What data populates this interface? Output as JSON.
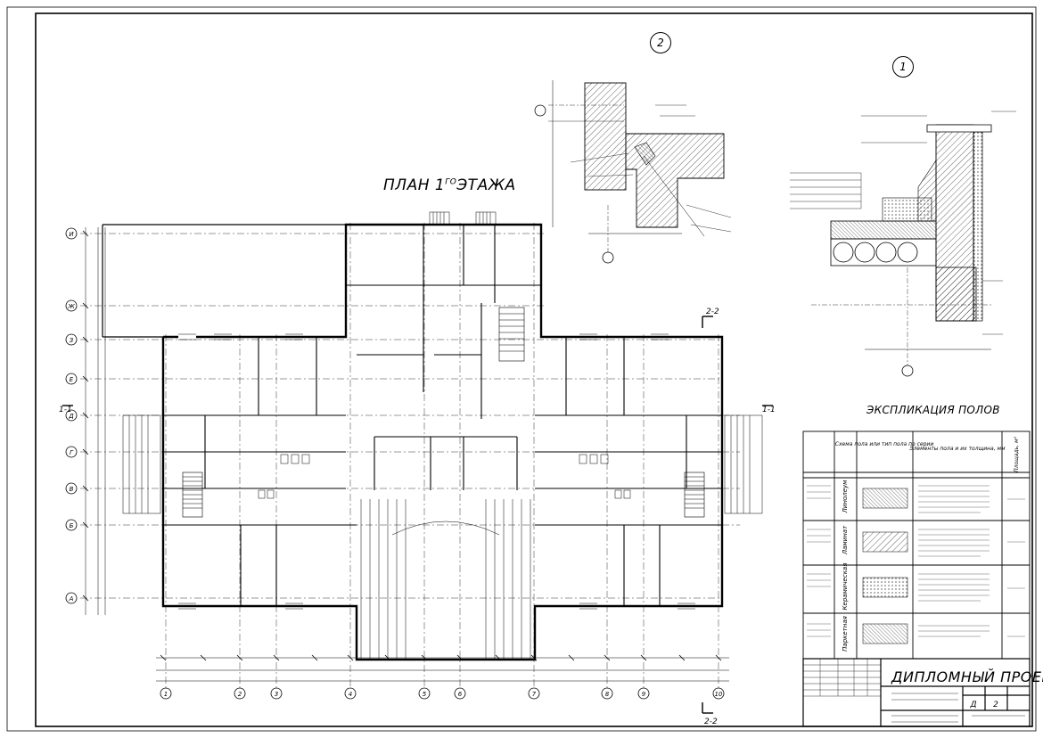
{
  "drawing": {
    "plan_title": "ПЛАН 1",
    "plan_title_sup": "ГО",
    "plan_title_rest": "ЭТАЖА",
    "floor_table_title": "ЭКСПЛИКАЦИЯ ПОЛОВ",
    "detail_marks": [
      "2",
      "1"
    ],
    "section_marks": [
      "2-2",
      "1-1"
    ],
    "axis_letters": [
      "И",
      "Ж",
      "З",
      "Е",
      "Д",
      "Г",
      "В",
      "Б",
      "А"
    ],
    "axis_numbers": [
      "1",
      "2",
      "3",
      "4",
      "5",
      "6",
      "7",
      "8",
      "9",
      "10"
    ],
    "table_headers": [
      "Схема пола или тип пола по серии",
      "Элементы пола и их толщина, мм",
      "Площадь, м²"
    ],
    "floor_types": [
      "Линолеум",
      "Ламинат",
      "Керамическая",
      "Паркетная"
    ],
    "title_block": {
      "stamp": "ДИПЛОМНЫЙ ПРОЕКТ",
      "stage": "Д",
      "sheet": "2"
    }
  }
}
